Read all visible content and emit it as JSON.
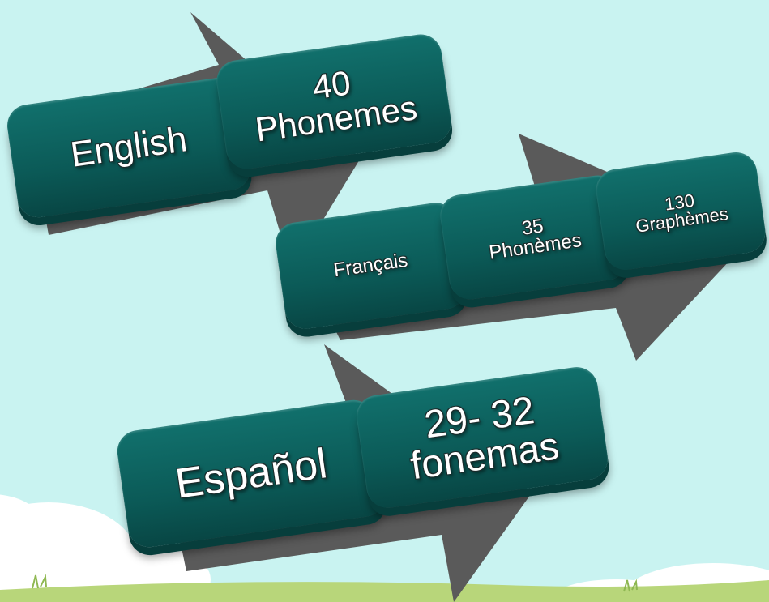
{
  "english": {
    "language": "English",
    "count": "40",
    "unit": "Phonemes"
  },
  "french": {
    "language": "Français",
    "phoneme_count": "35",
    "phoneme_unit": "Phonèmes",
    "grapheme_count": "130",
    "grapheme_unit": "Graphèmes"
  },
  "spanish": {
    "language": "Español",
    "count": "29- 32",
    "unit": "fonemas"
  },
  "colors": {
    "sky": "#c9f3f1",
    "tile": "#0b5a57",
    "arrow": "#5a5a5a",
    "grass": "#b8d67a",
    "cloud": "#ffffff"
  }
}
